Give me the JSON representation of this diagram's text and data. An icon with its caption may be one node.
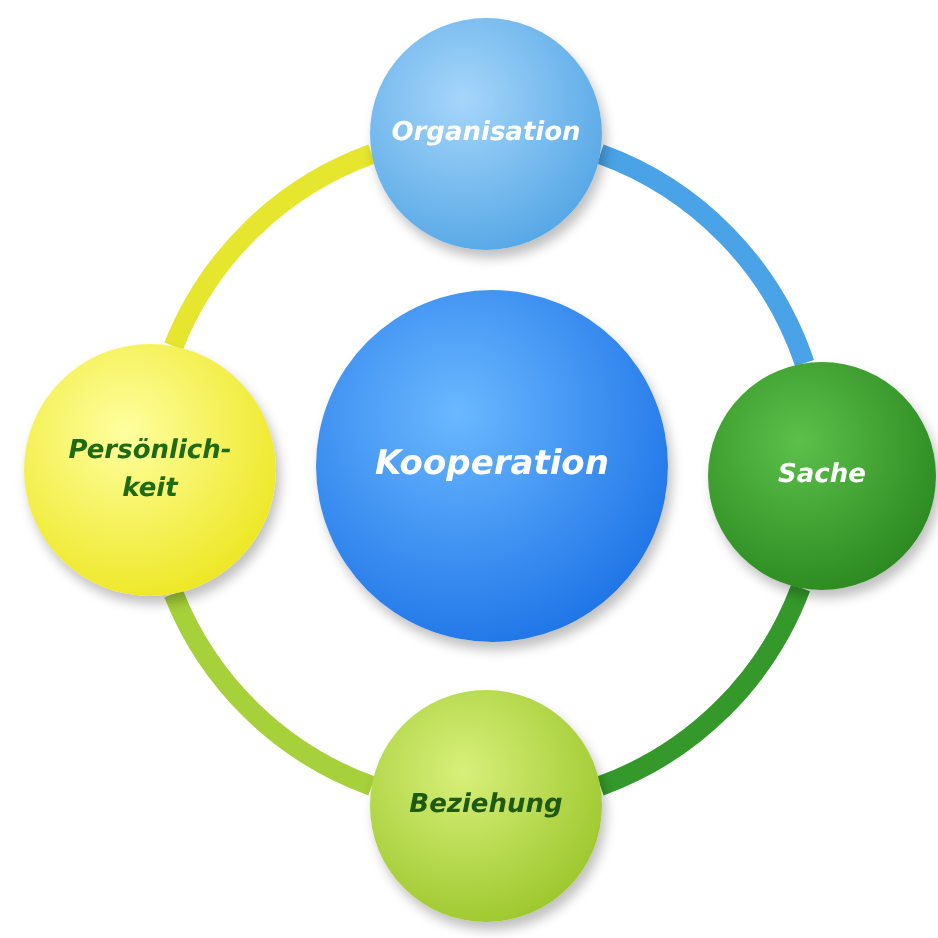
{
  "diagram": {
    "nodes": [
      {
        "text": [
          "Organisation"
        ]
      },
      {
        "text": [
          "Persönlich-keit"
        ]
      },
      {
        "text": [
          "Kooperation"
        ]
      },
      {
        "text": [
          "Sache"
        ]
      },
      {
        "text": [
          "Beziehung"
        ]
      }
    ],
    "edges": [
      {
        "from": 0,
        "to": 3,
        "arrow": "none",
        "color": "#4aa3e6"
      },
      {
        "from": 3,
        "to": 4,
        "arrow": "none",
        "color": "#34982a"
      },
      {
        "from": 4,
        "to": 1,
        "arrow": "none",
        "color": "#a6d13a"
      },
      {
        "from": 1,
        "to": 0,
        "arrow": "none",
        "color": "#e6e62e"
      }
    ]
  }
}
